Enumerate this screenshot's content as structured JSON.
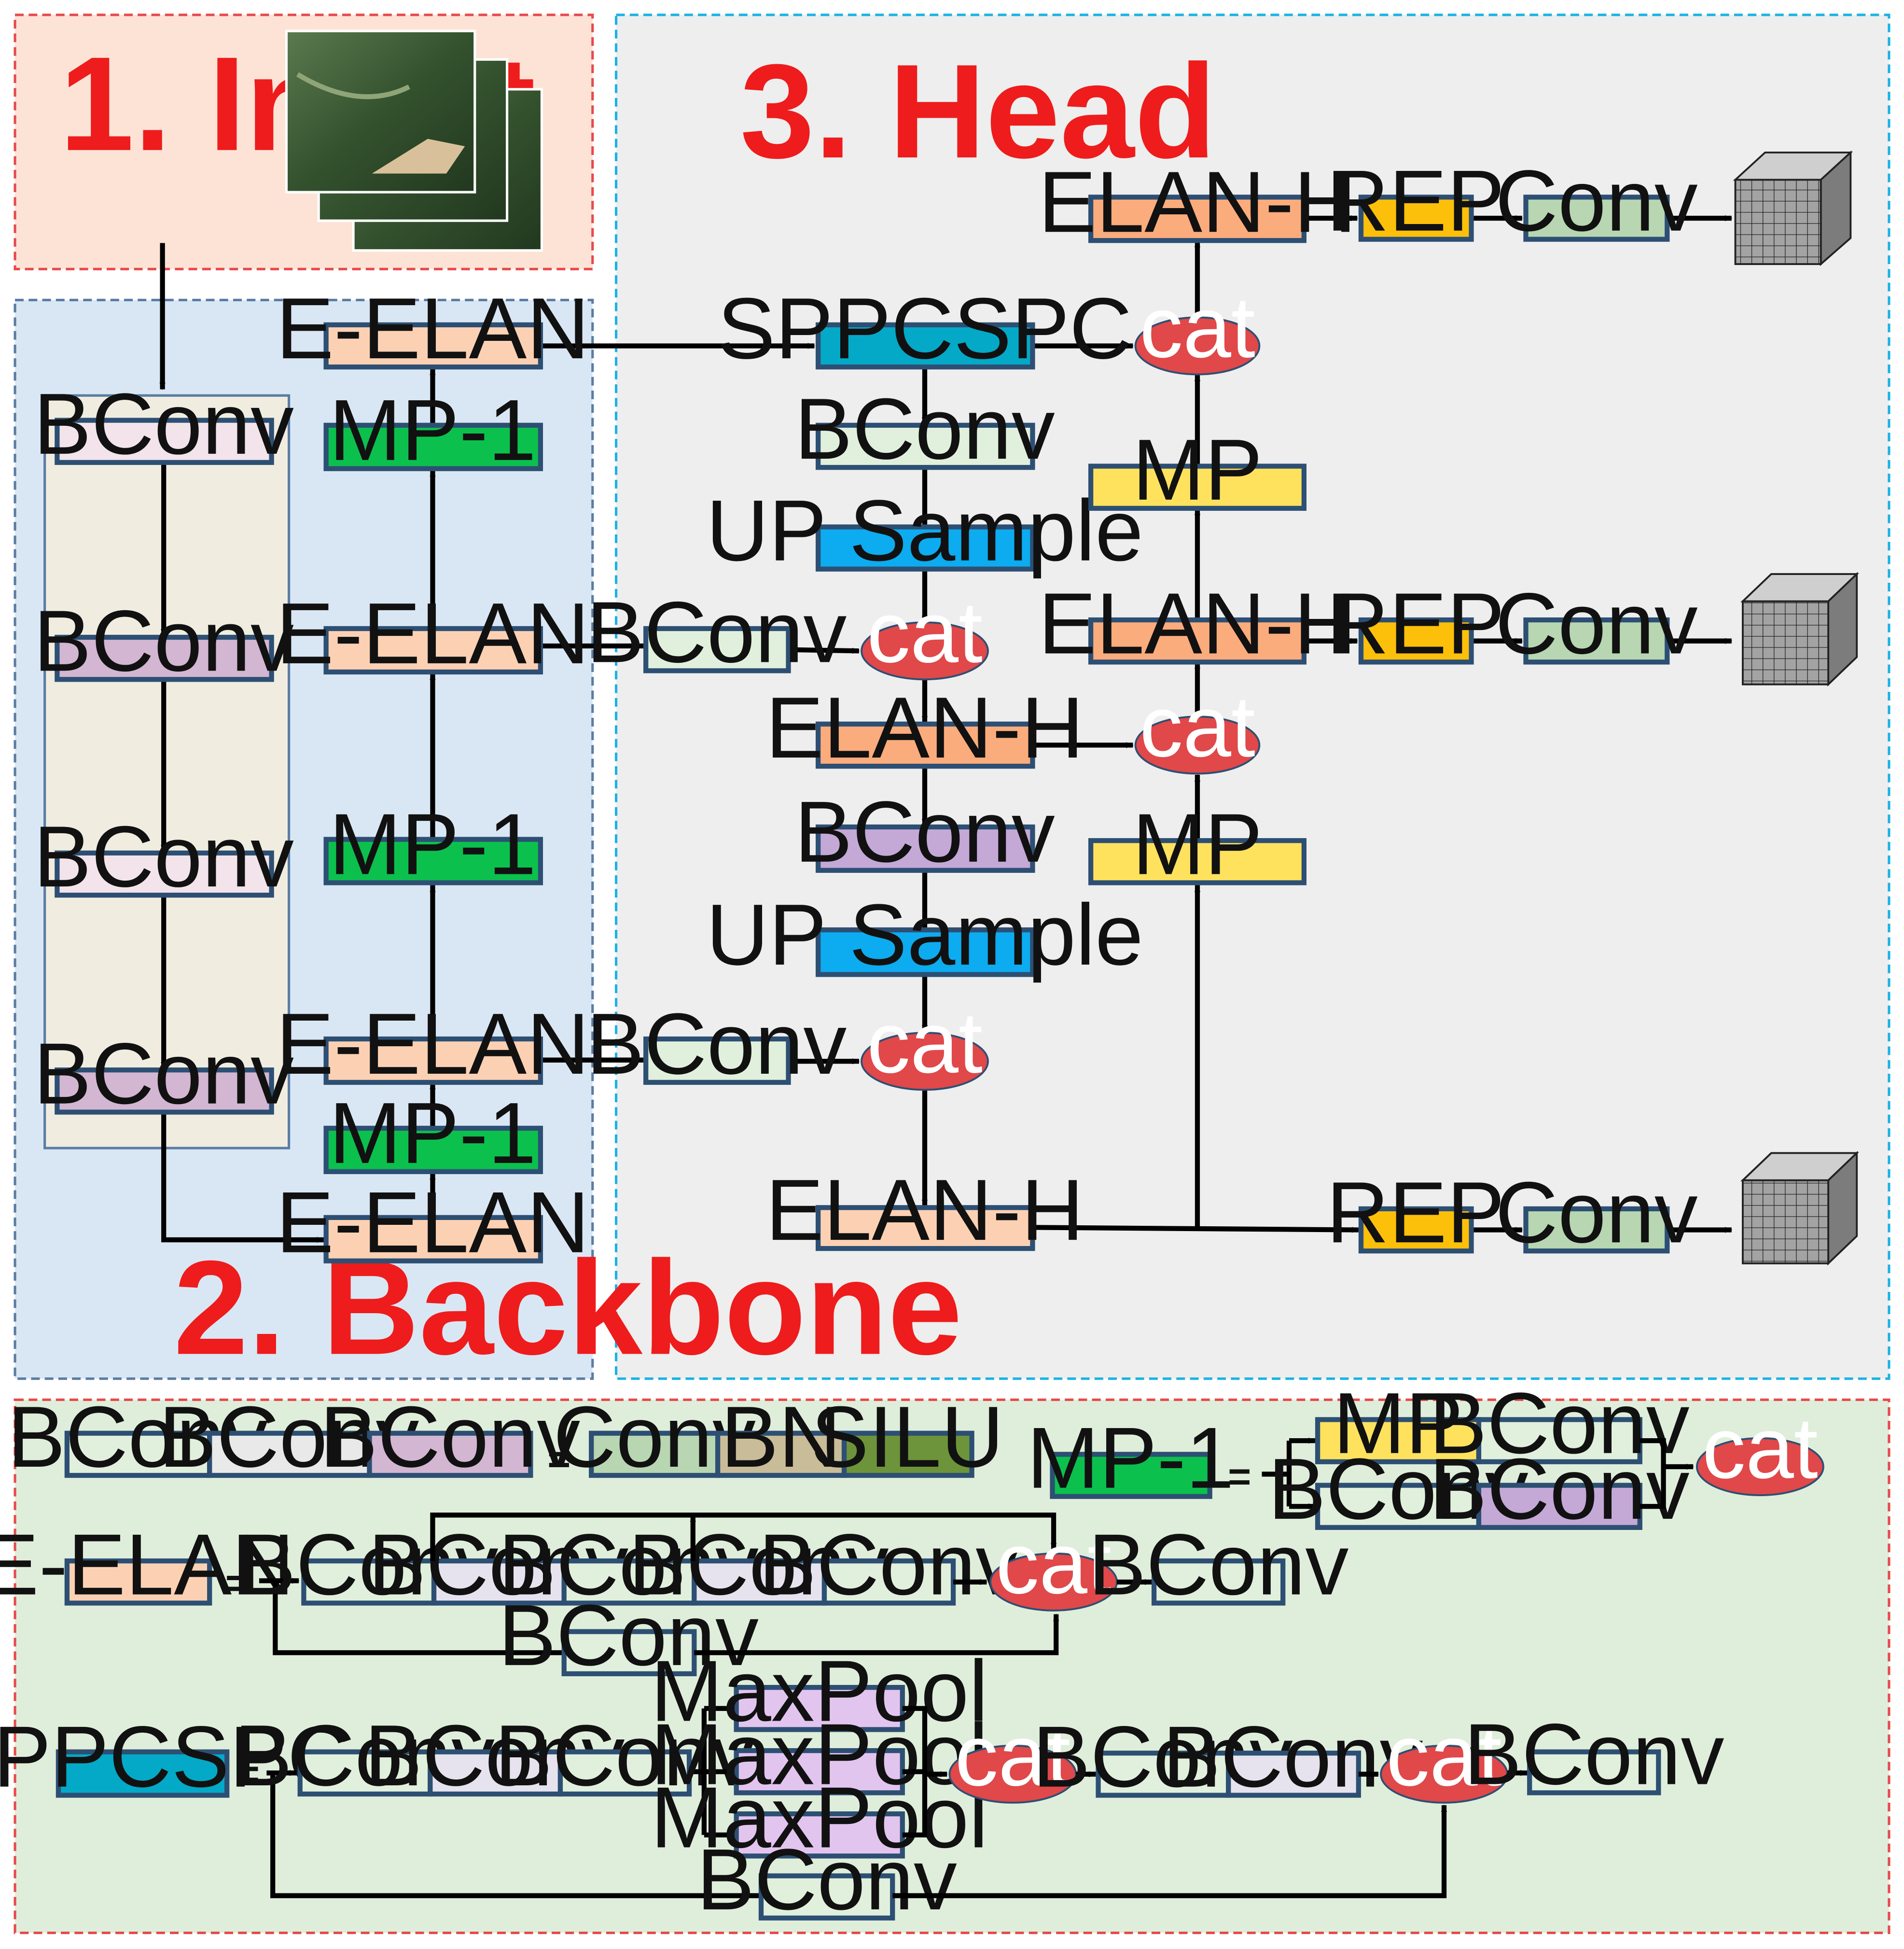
{
  "sections": {
    "input": "1. Input",
    "backbone": "2. Backbone",
    "head": "3. Head"
  },
  "labels": {
    "bconv": "BConv",
    "eelan": "E-ELAN",
    "mp1": "MP-1",
    "sppcspc": "SPPCSPC",
    "upsample": "UP Sample",
    "cat": "cat",
    "elanh": "ELAN-H",
    "mp": "MP",
    "rep": "REP",
    "conv": "Conv",
    "bn": "BN",
    "silu": "SILU",
    "maxpool": "MaxPool",
    "equals": "="
  },
  "colors": {
    "bconv_light": "#f2e4ea",
    "bconv_purple": "#d3b6d1",
    "bconv_green": "#e1f0dc",
    "bconv_lavender": "#c4a8d6",
    "eelan": "#fcd1b3",
    "elanh": "#fbac7c",
    "mp1": "#0cc04e",
    "mp": "#fee25e",
    "sppcspc": "#04a9c7",
    "upsample": "#0dabf0",
    "cat": "#e0484a",
    "rep": "#fdc00a",
    "conv": "#b7d6b1",
    "bn": "#c9bc98",
    "silu": "#6d943a",
    "maxpool": "#e2c5ee",
    "input_bg": "#fde3d6",
    "backbone_bg": "#d9e7f4",
    "head_bg": "#eeeeee",
    "legend_bg": "#dfeeda"
  },
  "icons": {
    "input_image": "satellite-image-stack",
    "output": "grid-cube-icon"
  }
}
